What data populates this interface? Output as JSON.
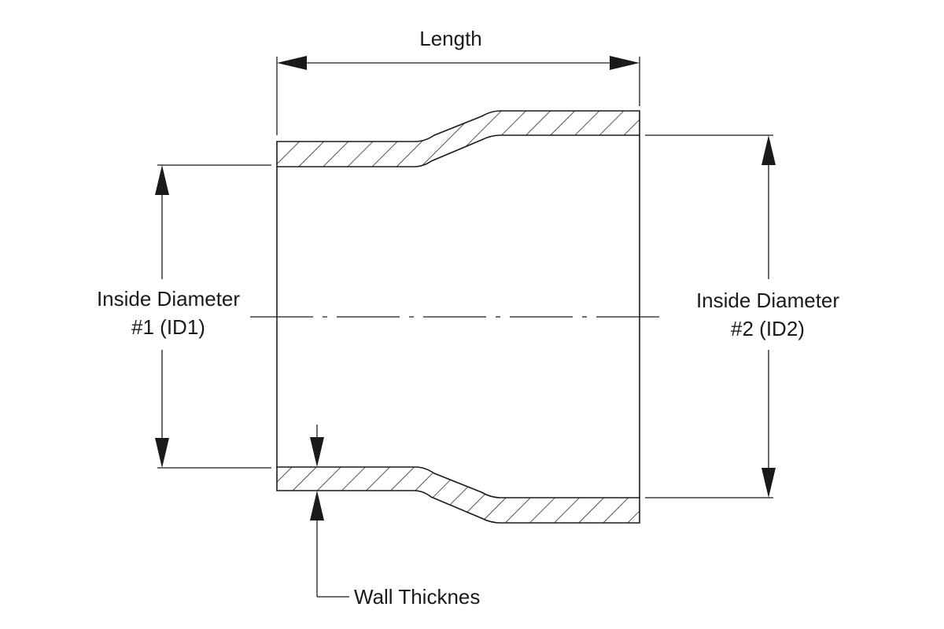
{
  "labels": {
    "length": "Length",
    "id1_line1": "Inside Diameter",
    "id1_line2": "#1 (ID1)",
    "id2_line1": "Inside Diameter",
    "id2_line2": "#2 (ID2)",
    "wall": "Wall Thicknes"
  }
}
